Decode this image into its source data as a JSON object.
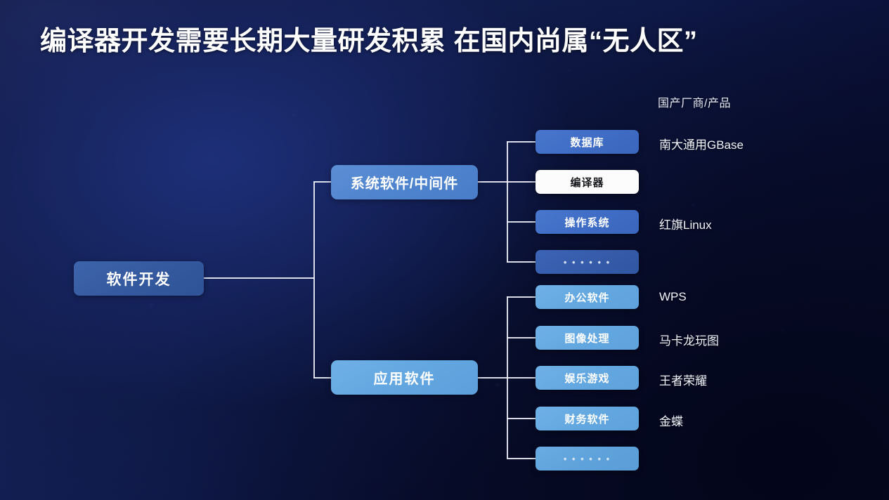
{
  "slide": {
    "title": "编译器开发需要长期大量研发积累 在国内尚属“无人区”",
    "background_top": "#1b2350",
    "background_mid": "#16245c",
    "background_bottom": "#05081f"
  },
  "column_header": {
    "label": "国产厂商/产品"
  },
  "tree": {
    "root": {
      "label": "软件开发",
      "color": "#35599e"
    },
    "branches": [
      {
        "label": "系统软件/中间件",
        "color": "#4e83cd",
        "children": [
          {
            "label": "数据库",
            "vendor": "南大通用GBase",
            "highlight": false
          },
          {
            "label": "编译器",
            "vendor": "",
            "highlight": true
          },
          {
            "label": "操作系统",
            "vendor": "红旗Linux",
            "highlight": false
          },
          {
            "label": "……",
            "vendor": "",
            "highlight": false,
            "is_dots": true
          }
        ]
      },
      {
        "label": "应用软件",
        "color": "#62a6e0",
        "children": [
          {
            "label": "办公软件",
            "vendor": "WPS",
            "highlight": false
          },
          {
            "label": "图像处理",
            "vendor": "马卡龙玩图",
            "highlight": false
          },
          {
            "label": "娱乐游戏",
            "vendor": "王者荣耀",
            "highlight": false
          },
          {
            "label": "财务软件",
            "vendor": "金蝶",
            "highlight": false
          },
          {
            "label": "……",
            "vendor": "",
            "highlight": false,
            "is_dots": true
          }
        ]
      }
    ]
  },
  "dots_glyph": "• • • • • •"
}
